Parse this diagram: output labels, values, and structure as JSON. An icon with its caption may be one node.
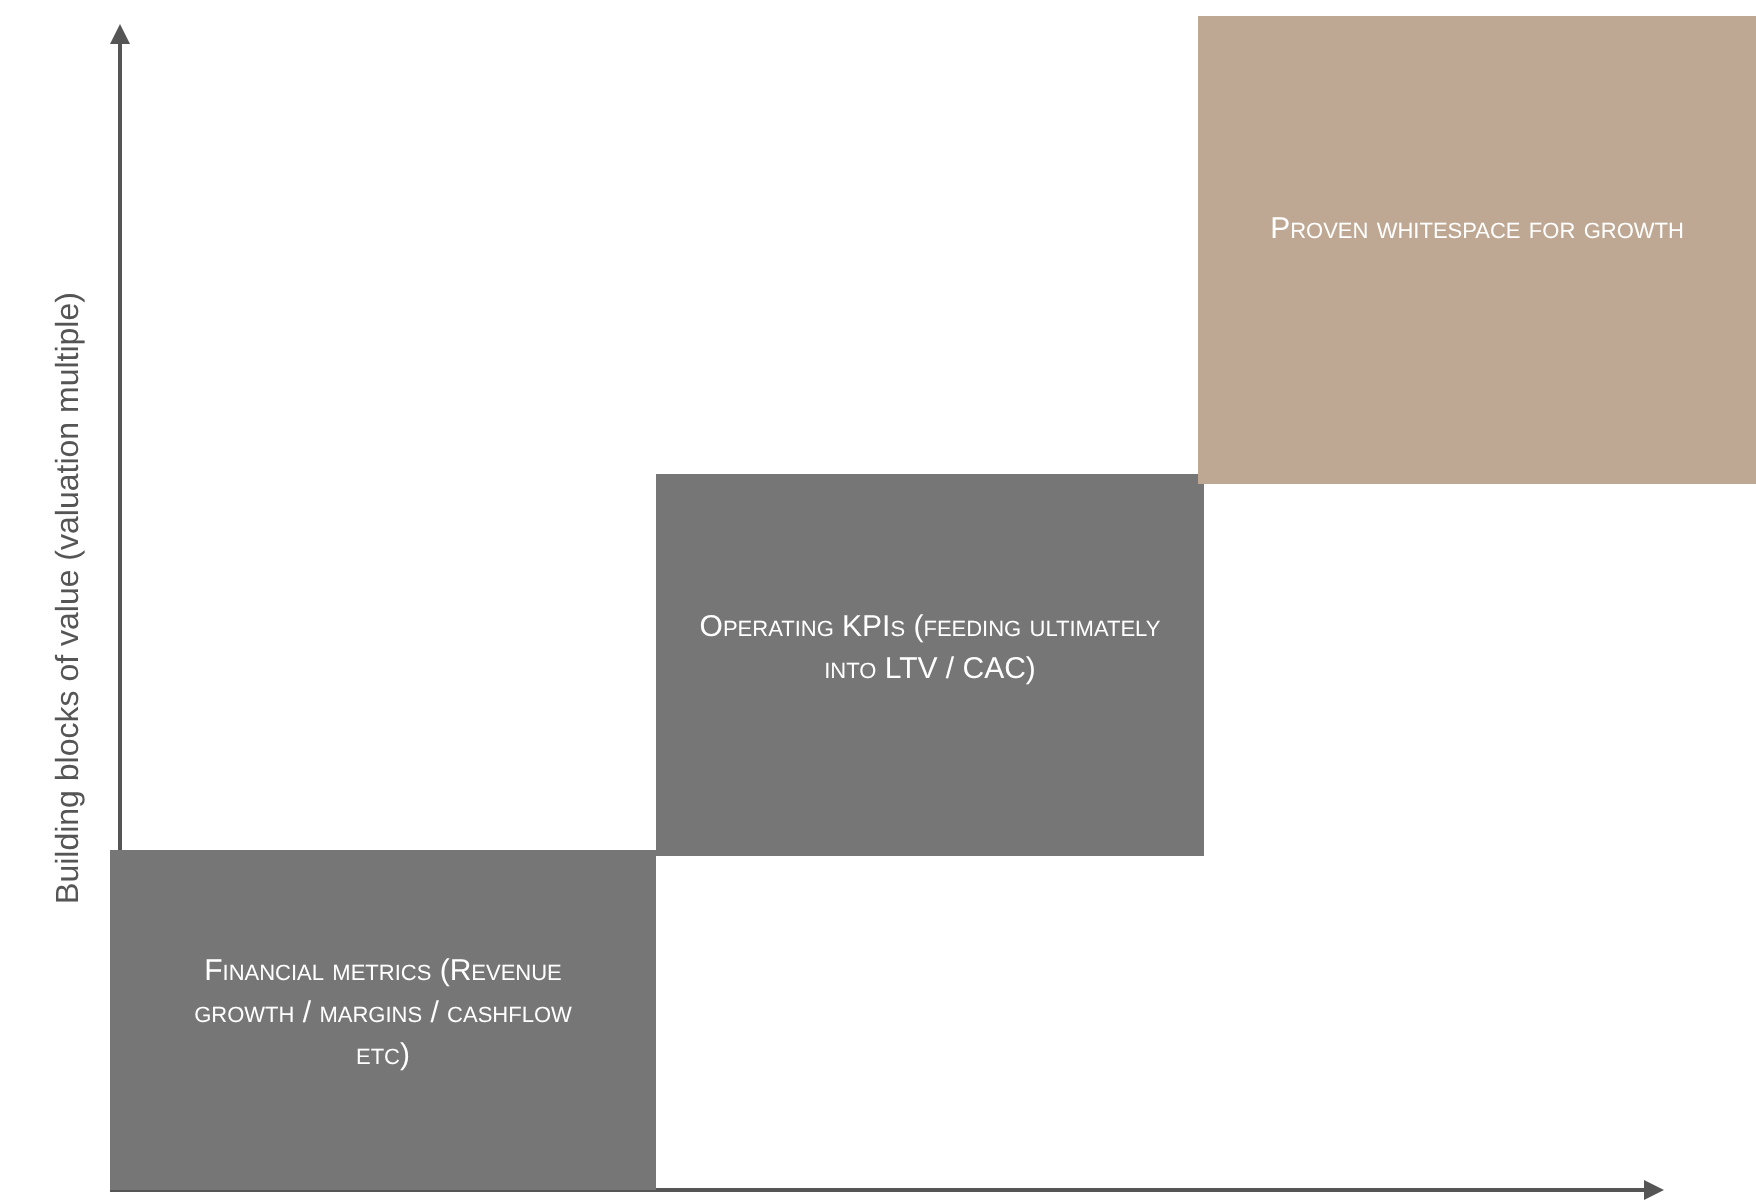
{
  "diagram": {
    "nodes": [
      {
        "text": [
          "Financial metrics (Revenue growth / margins / cashflow etc)"
        ]
      },
      {
        "text": [
          "Operating KPIs (feeding ultimately into LTV / CAC)"
        ]
      },
      {
        "text": [
          "Proven whitespace for growth"
        ]
      }
    ],
    "labels": [
      "Building blocks of value (valuation multiple)"
    ]
  }
}
